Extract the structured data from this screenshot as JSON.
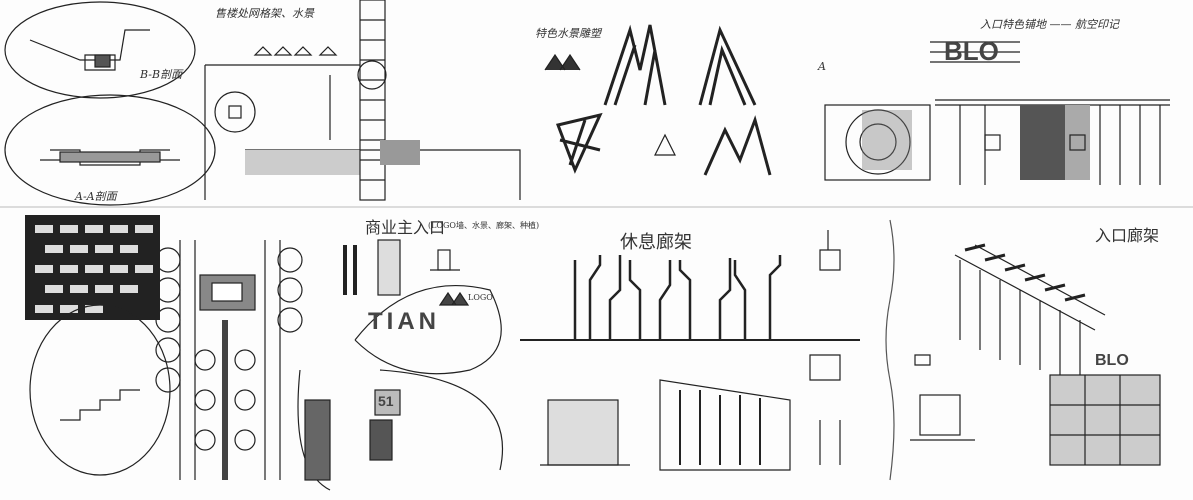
{
  "titles": {
    "sales_office": "售楼处网格架、水景",
    "sculpture": "特色水景雕塑",
    "entry_paving": "入口特色铺地 —— 航空印记",
    "commercial_entry": "商业主入口",
    "commercial_entry_note": "(LOGO墙、水景、廊架、种植)",
    "rest_pavilion": "休息廊架",
    "entry_pavilion": "入口廊架"
  },
  "labels": {
    "section_aa": "A-A剖面",
    "section_bb": "B-B剖面",
    "tian": "TIAN",
    "blo": "BLO",
    "blo_small": "BLO",
    "fifty_one": "51",
    "logo_note": "LOGO",
    "a_mark": "A"
  },
  "colors": {
    "ink": "#222222",
    "shade": "#888888",
    "paper": "#fdfdfd"
  }
}
